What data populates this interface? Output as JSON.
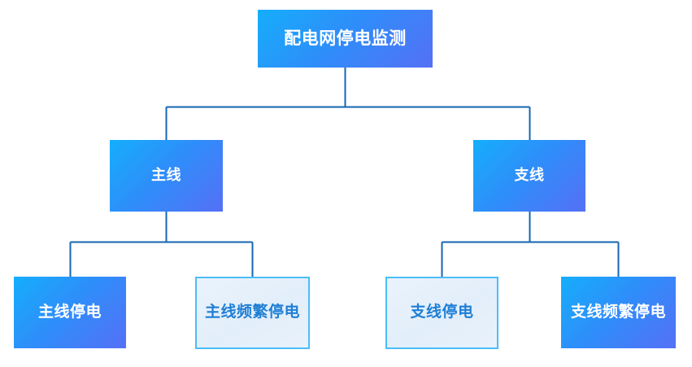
{
  "diagram": {
    "type": "tree-hierarchy",
    "title": "配电网停电监测",
    "levels": 3,
    "root": {
      "id": "root",
      "label": "配电网停电监测",
      "style": "filled",
      "text_color": "#FFFFFF",
      "gradient_from": "#15AEFB",
      "gradient_to": "#5570F5"
    },
    "branches": [
      {
        "id": "mainline",
        "label": "主线",
        "style": "filled",
        "text_color": "#FFFFFF",
        "gradient_from": "#15AEFB",
        "gradient_to": "#5570F5",
        "children": [
          {
            "id": "mainline-outage",
            "label": "主线停电",
            "style": "filled",
            "text_color": "#FFFFFF",
            "gradient_from": "#15AEFB",
            "gradient_to": "#5570F5"
          },
          {
            "id": "mainline-frequent-outage",
            "label": "主线频繁停电",
            "style": "outlined",
            "text_color": "#1F7FD6",
            "fill_color": "#E2EEFA",
            "border_color": "#4BBDF7"
          }
        ]
      },
      {
        "id": "branchline",
        "label": "支线",
        "style": "filled",
        "text_color": "#FFFFFF",
        "gradient_from": "#15AEFB",
        "gradient_to": "#5570F5",
        "children": [
          {
            "id": "branchline-outage",
            "label": "支线停电",
            "style": "outlined",
            "text_color": "#1F7FD6",
            "fill_color": "#E2EEFA",
            "border_color": "#4BBDF7"
          },
          {
            "id": "branchline-frequent-outage",
            "label": "支线频繁停电",
            "style": "filled",
            "text_color": "#FFFFFF",
            "gradient_from": "#15AEFB",
            "gradient_to": "#5570F5"
          }
        ]
      }
    ],
    "connector_color": "#1566B0",
    "background_color": "#FFFFFF"
  }
}
